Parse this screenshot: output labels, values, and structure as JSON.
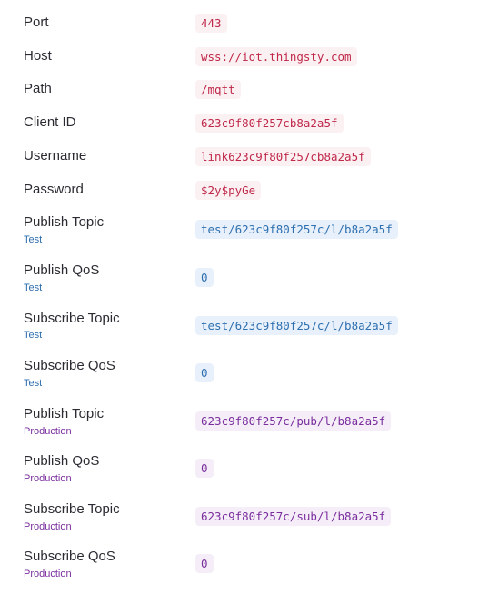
{
  "fields": [
    {
      "label": "Port",
      "value": "443"
    },
    {
      "label": "Host",
      "value": "wss://iot.thingsty.com"
    },
    {
      "label": "Path",
      "value": "/mqtt"
    },
    {
      "label": "Client ID",
      "value": "623c9f80f257cb8a2a5f"
    },
    {
      "label": "Username",
      "value": "link623c9f80f257cb8a2a5f"
    },
    {
      "label": "Password",
      "value": "$2y$pyGe"
    }
  ],
  "topics": [
    {
      "label": "Publish Topic",
      "env": "Test",
      "value": "test/623c9f80f257c/l/b8a2a5f"
    },
    {
      "label": "Publish QoS",
      "env": "Test",
      "value": "0"
    },
    {
      "label": "Subscribe Topic",
      "env": "Test",
      "value": "test/623c9f80f257c/l/b8a2a5f"
    },
    {
      "label": "Subscribe QoS",
      "env": "Test",
      "value": "0"
    },
    {
      "label": "Publish Topic",
      "env": "Production",
      "value": "623c9f80f257c/pub/l/b8a2a5f"
    },
    {
      "label": "Publish QoS",
      "env": "Production",
      "value": "0"
    },
    {
      "label": "Subscribe Topic",
      "env": "Production",
      "value": "623c9f80f257c/sub/l/b8a2a5f"
    },
    {
      "label": "Subscribe QoS",
      "env": "Production",
      "value": "0"
    }
  ],
  "colors": {
    "label": "#2b2b33",
    "plain_code_text": "#c0284a",
    "plain_code_bg": "#fbf1f3",
    "test_accent": "#2e6fb0",
    "test_bg": "#e8f1fb",
    "production_accent": "#7a2e9e",
    "production_bg": "#f5eef8"
  }
}
